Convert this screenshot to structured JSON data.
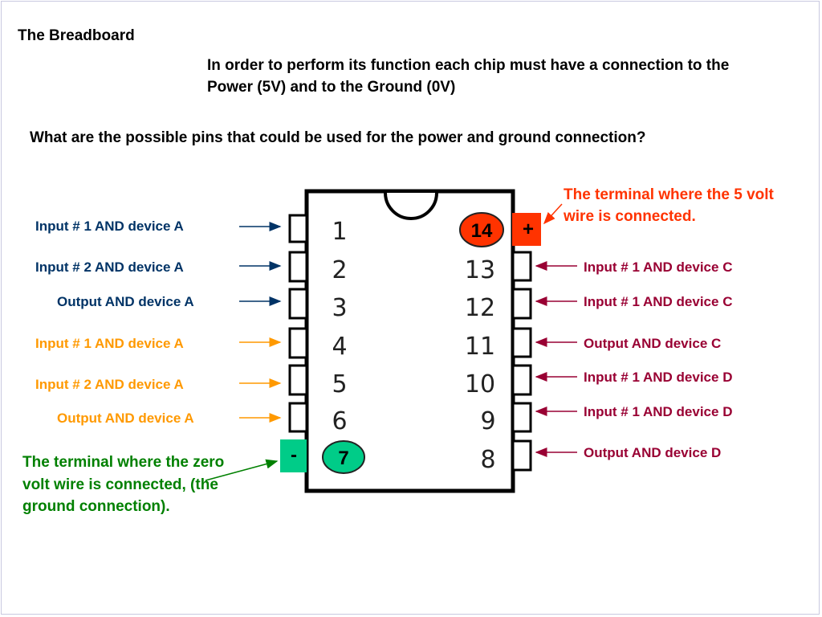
{
  "title": "The Breadboard",
  "intro": "In order to perform its function each chip must have a connection to the Power (5V) and to the Ground (0V)",
  "question": "What are the possible pins that could be used for the power and ground connection?",
  "left_labels": [
    "Input # 1 AND device A",
    "Input # 2 AND device A",
    "Output AND device A",
    "Input # 1 AND device A",
    "Input # 2 AND device A",
    "Output AND device A"
  ],
  "right_labels": [
    "Input # 1 AND device C",
    "Input # 1 AND device C",
    "Output  AND device C",
    "Input # 1 AND device D",
    "Input # 1 AND device D",
    "Output  AND device D"
  ],
  "power_note": "The terminal where the 5 volt wire is connected.",
  "ground_note": "The terminal where the zero volt wire is connected, (the ground connection).",
  "chip": {
    "left_pins": [
      "1",
      "2",
      "3",
      "4",
      "5",
      "6"
    ],
    "right_pins": [
      "13",
      "12",
      "11",
      "10",
      "9",
      "8"
    ],
    "power_pin": "14",
    "ground_pin": "7",
    "plus_sign": "+",
    "minus_sign": "-"
  },
  "colors": {
    "blue": "#003366",
    "orange": "#ff9900",
    "dark_red": "#990033",
    "power_red": "#ff3300",
    "ground_green": "#008000",
    "ground_fill": "#00cc88"
  }
}
